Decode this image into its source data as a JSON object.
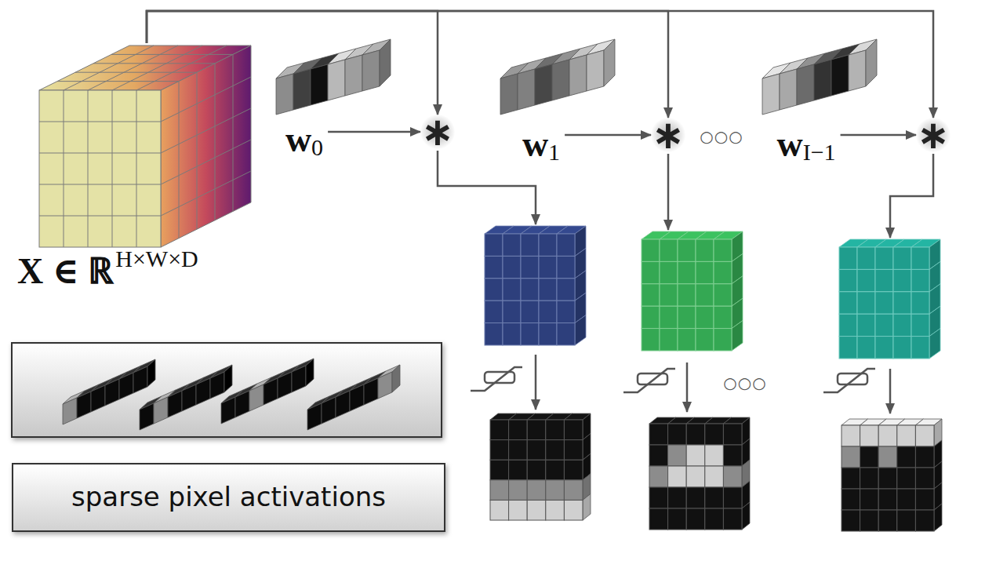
{
  "diagram": {
    "nodes": [
      {
        "text": [
          "X ∈ ℝ",
          "H×W×D"
        ]
      },
      {
        "text": [
          "w",
          "0"
        ]
      },
      {
        "text": [
          "∗"
        ]
      },
      {
        "text": [
          "w",
          "1"
        ]
      },
      {
        "text": [
          "∗"
        ]
      },
      {
        "text": [
          "w",
          "I−1"
        ]
      },
      {
        "text": [
          "∗"
        ]
      },
      {
        "text": [
          "sparse pixel activations"
        ]
      }
    ],
    "edges": [
      {
        "from": 0,
        "to": 2,
        "arrow": "to"
      },
      {
        "from": 1,
        "to": 2,
        "arrow": "to"
      },
      {
        "from": 0,
        "to": 4,
        "arrow": "to"
      },
      {
        "from": 3,
        "to": 4,
        "arrow": "to"
      },
      {
        "from": 0,
        "to": 6,
        "arrow": "to"
      },
      {
        "from": 5,
        "to": 6,
        "arrow": "to"
      }
    ],
    "labels": [
      "○○○",
      "○○○"
    ]
  }
}
